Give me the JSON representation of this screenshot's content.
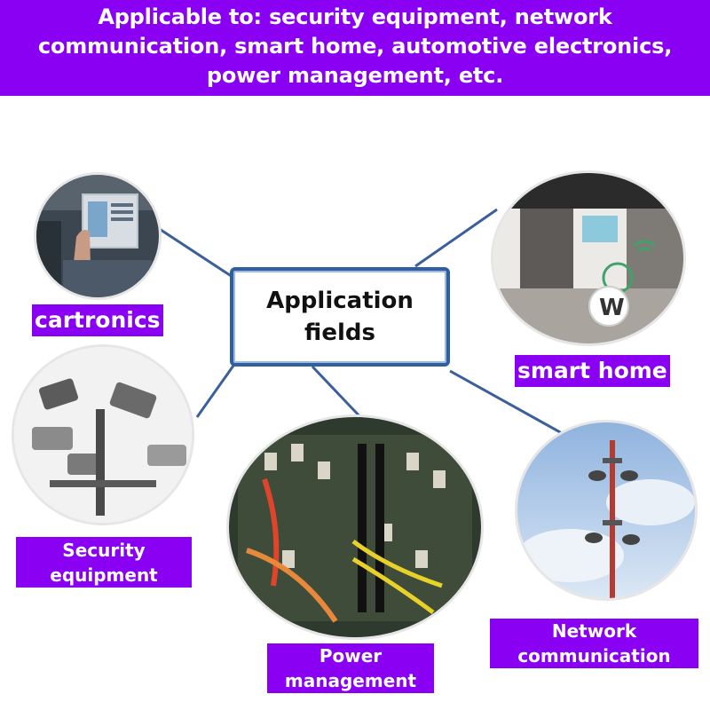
{
  "banner": {
    "text": "Applicable to: security equipment, network communication, smart home, automotive electronics, power management, etc."
  },
  "center": {
    "label": "Application fields"
  },
  "labels": {
    "cartronics": "cartronics",
    "smart_home": "smart home",
    "security": "Security equipment",
    "power": "Power management",
    "network": "Network communication"
  },
  "colors": {
    "accent": "#8a00f2",
    "box_border": "#2e5fa0",
    "connector": "#3a5f9a"
  }
}
